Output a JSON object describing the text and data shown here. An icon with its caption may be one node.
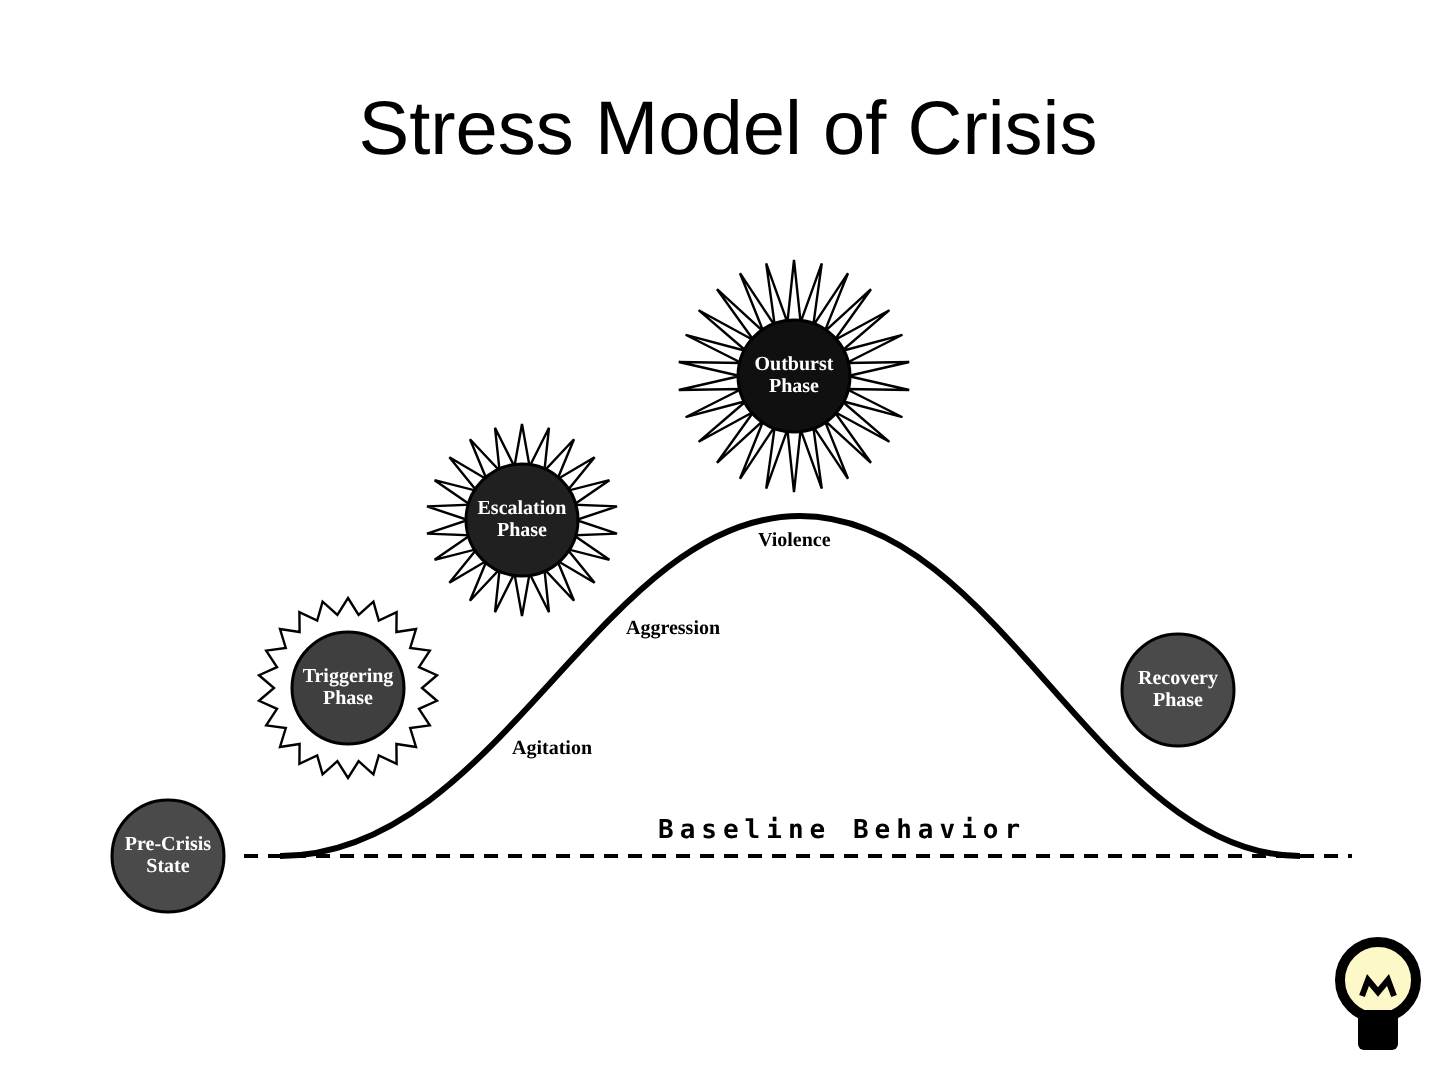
{
  "diagram": {
    "title": "Stress Model of Crisis",
    "nodes": [
      {
        "text": [
          "Pre-Crisis State"
        ]
      },
      {
        "text": [
          "Triggering Phase"
        ]
      },
      {
        "text": [
          "Escalation Phase"
        ]
      },
      {
        "text": [
          "Outburst Phase"
        ]
      },
      {
        "text": [
          "Recovery Phase"
        ]
      }
    ],
    "labels": [
      "Violence",
      "Aggression",
      "Agitation",
      "Baseline Behavior"
    ]
  }
}
